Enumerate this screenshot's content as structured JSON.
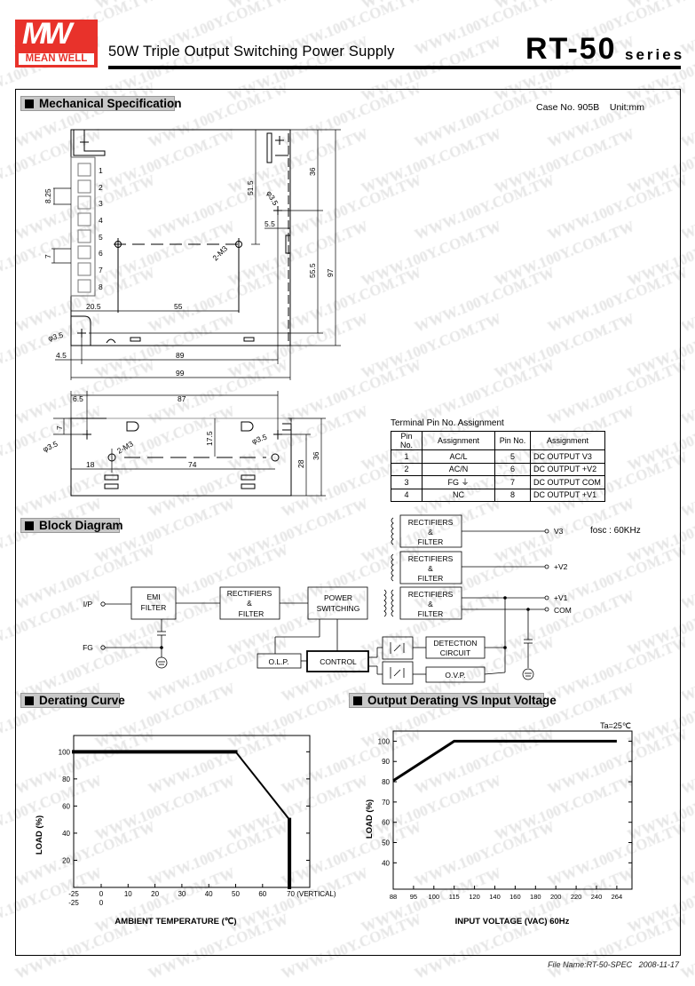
{
  "watermark": "WWW.100Y.COM.TW",
  "header": {
    "logo_letters": "MW",
    "logo_text": "MEAN WELL",
    "title": "50W Triple Output Switching Power Supply",
    "model": "RT-50",
    "series": "series"
  },
  "colors": {
    "brand": "#e8322b",
    "section_bg": "#c8c8c8"
  },
  "mechanical": {
    "heading": "Mechanical Specification",
    "case_info": "Case No. 905B    Unit:mm",
    "terminal_numbers": [
      "1",
      "2",
      "3",
      "4",
      "5",
      "6",
      "7",
      "8"
    ],
    "top_view_dims": {
      "d825": "8.25",
      "d7": "7",
      "d515": "51.5",
      "d35a": "φ3.5",
      "d55": "5.5",
      "m3": "2-M3",
      "d36": "36",
      "d97": "97",
      "d555": "55.5",
      "d205": "20.5",
      "d55b": "55",
      "d35b": "φ3.5",
      "d45": "4.5",
      "d89": "89",
      "d99": "99"
    },
    "side_view_dims": {
      "d65": "6.5",
      "d87": "87",
      "d7": "7",
      "d35a": "φ3.5",
      "m3": "2-M3",
      "d175": "17.5",
      "d35b": "φ3.5",
      "d18": "18",
      "d74": "74",
      "d28": "28",
      "d36": "36"
    },
    "terminal_table": {
      "title": "Terminal Pin No.  Assignment",
      "headers": [
        "Pin No.",
        "Assignment",
        "Pin No.",
        "Assignment"
      ],
      "rows": [
        [
          "1",
          "AC/L",
          "5",
          "DC OUTPUT V3"
        ],
        [
          "2",
          "AC/N",
          "6",
          "DC OUTPUT +V2"
        ],
        [
          "3",
          "FG ⏚",
          "7",
          "DC OUTPUT COM"
        ],
        [
          "4",
          "NC",
          "8",
          "DC OUTPUT +V1"
        ]
      ]
    }
  },
  "block_diagram": {
    "heading": "Block Diagram",
    "fosc": "fosc : 60KHz",
    "ip": "I/P",
    "fg": "FG",
    "emi": [
      "EMI",
      "FILTER"
    ],
    "rect_in": [
      "RECTIFIERS",
      "&",
      "FILTER"
    ],
    "power_sw": [
      "POWER",
      "SWITCHING"
    ],
    "rect_out": [
      "RECTIFIERS",
      "&",
      "FILTER"
    ],
    "detection": [
      "DETECTION",
      "CIRCUIT"
    ],
    "ovp": "O.V.P.",
    "olp": "O.L.P.",
    "control": "CONTROL",
    "outputs": [
      "V3",
      "+V2",
      "+V1",
      "COM"
    ]
  },
  "derating": {
    "heading": "Derating Curve"
  },
  "output_derating": {
    "heading": "Output Derating VS Input Voltage"
  },
  "chart_data": [
    {
      "type": "line",
      "title": "Derating Curve",
      "xlabel": "AMBIENT TEMPERATURE (℃)",
      "ylabel": "LOAD (%)",
      "x_ticks": [
        "-25",
        "0",
        "10",
        "20",
        "30",
        "40",
        "50",
        "60",
        "70 (VERTICAL)"
      ],
      "x_tick_values": [
        -25,
        0,
        10,
        20,
        30,
        40,
        50,
        60,
        70
      ],
      "x_sub_ticks": [
        "-25",
        "0"
      ],
      "y_ticks": [
        "20",
        "40",
        "60",
        "80",
        "100"
      ],
      "y_tick_values": [
        20,
        40,
        60,
        80,
        100
      ],
      "ylim": [
        0,
        112
      ],
      "series": [
        {
          "name": "Load",
          "x": [
            -25,
            50,
            70,
            70
          ],
          "y": [
            100,
            100,
            50,
            0
          ]
        }
      ]
    },
    {
      "type": "line",
      "title": "Output Derating VS Input Voltage",
      "annotation": "Ta=25℃",
      "xlabel": "INPUT VOLTAGE (VAC) 60Hz",
      "ylabel": "LOAD (%)",
      "categories": [
        "88",
        "95",
        "100",
        "115",
        "120",
        "140",
        "160",
        "180",
        "200",
        "220",
        "240",
        "264"
      ],
      "y_ticks": [
        "40",
        "50",
        "60",
        "70",
        "80",
        "90",
        "100"
      ],
      "y_tick_values": [
        40,
        50,
        60,
        70,
        80,
        90,
        100
      ],
      "ylim": [
        27,
        105
      ],
      "series": [
        {
          "name": "Load",
          "x": [
            "88",
            "115",
            "264"
          ],
          "y": [
            80.5,
            100,
            100
          ]
        }
      ]
    }
  ],
  "footer": {
    "file_name": "File Name:RT-50-SPEC",
    "date": "2008-11-17"
  }
}
